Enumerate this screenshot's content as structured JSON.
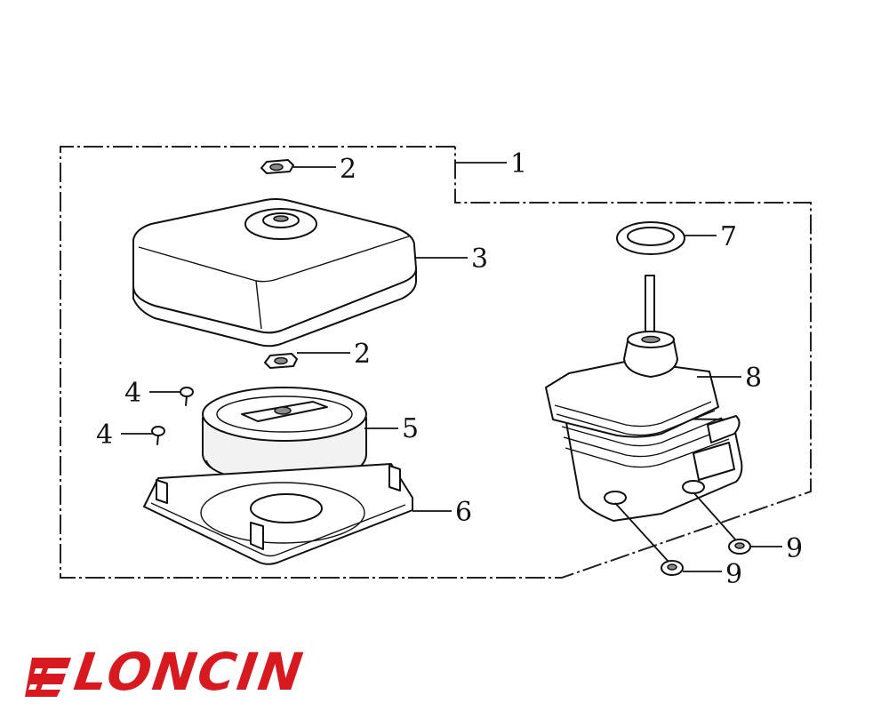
{
  "diagram": {
    "callouts": [
      {
        "id": "c1",
        "label": "1"
      },
      {
        "id": "c2a",
        "label": "2"
      },
      {
        "id": "c3",
        "label": "3"
      },
      {
        "id": "c2b",
        "label": "2"
      },
      {
        "id": "c4a",
        "label": "4"
      },
      {
        "id": "c4b",
        "label": "4"
      },
      {
        "id": "c5",
        "label": "5"
      },
      {
        "id": "c6",
        "label": "6"
      },
      {
        "id": "c7",
        "label": "7"
      },
      {
        "id": "c8",
        "label": "8"
      },
      {
        "id": "c9a",
        "label": "9"
      },
      {
        "id": "c9b",
        "label": "9"
      }
    ]
  },
  "brand": {
    "name": "LONCIN",
    "color": "#d71920",
    "icon": "loncin-logo-mark"
  }
}
